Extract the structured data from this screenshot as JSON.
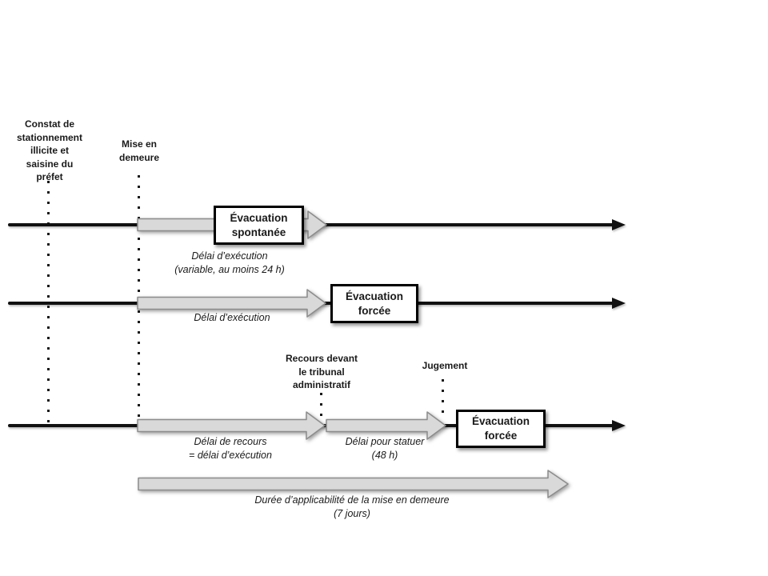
{
  "events": {
    "constat": "Constat de\nstationnement\nillicite et\nsaisine du\npréfet",
    "mise_en_demeure": "Mise en\ndemeure",
    "recours": "Recours devant\nle tribunal\nadministratif",
    "jugement": "Jugement"
  },
  "rows": {
    "row1": {
      "box": "Évacuation\nspontanée",
      "delay": "Délai d’exécution\n(variable, au moins 24 h)"
    },
    "row2": {
      "box": "Évacuation\nforcée",
      "delay": "Délai d’exécution"
    },
    "row3": {
      "box": "Évacuation\nforcée",
      "delay_recours": "Délai de recours\n= délai d’exécution",
      "delay_statuer": "Délai pour statuer\n(48 h)"
    }
  },
  "footer": {
    "applicability": "Durée d’applicabilité de la mise en demeure\n(7 jours)"
  },
  "colors": {
    "arrow_fill": "#d9d9d9",
    "arrow_border": "#8c8c8c",
    "line": "#111111",
    "text": "#1a1a1a"
  }
}
